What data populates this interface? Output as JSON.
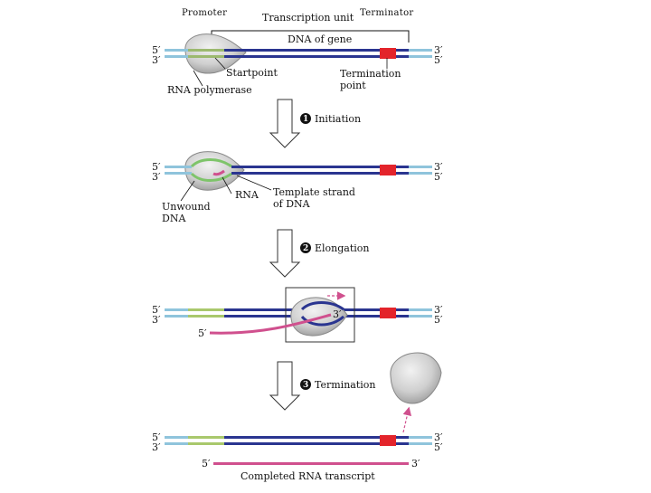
{
  "labels": {
    "promoter": "Promoter",
    "terminator": "Terminator",
    "transcription_unit": "Transcription unit",
    "dna_of_gene": "DNA of gene",
    "startpoint": "Startpoint",
    "termination_point_1": "Termination",
    "termination_point_2": "point",
    "rna_polymerase": "RNA polymerase",
    "rna": "RNA",
    "template_strand_1": "Template strand",
    "template_strand_2": "of DNA",
    "unwound_dna_1": "Unwound",
    "unwound_dna_2": "DNA",
    "completed_rna": "Completed RNA transcript",
    "five_prime": "5′",
    "three_prime": "3′"
  },
  "steps": [
    {
      "number": "1",
      "label": "Initiation"
    },
    {
      "number": "2",
      "label": "Elongation"
    },
    {
      "number": "3",
      "label": "Termination"
    }
  ],
  "colors": {
    "dna_dark": "#2a3590",
    "dna_light": "#8fc4dc",
    "promoter": "#a9c86c",
    "terminator": "#e3242b",
    "rna": "#d0508e",
    "polymerase": "#cfcfcf",
    "unwound": "#7ec46a"
  }
}
